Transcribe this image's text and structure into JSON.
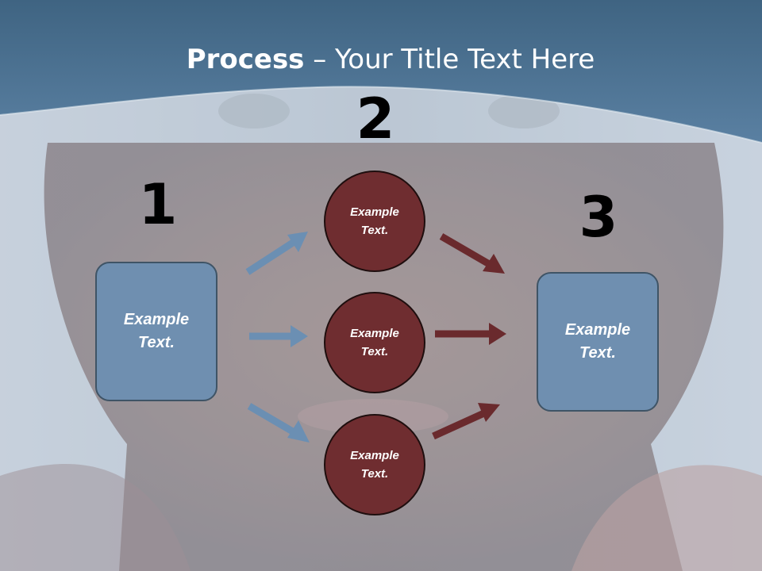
{
  "title": {
    "bold": "Process",
    "rest": " – Your Title Text Here"
  },
  "steps": {
    "one": "1",
    "two": "2",
    "three": "3"
  },
  "left_box": {
    "text": "Example\nText."
  },
  "right_box": {
    "text": "Example\nText."
  },
  "circles": [
    {
      "text": "Example\nText."
    },
    {
      "text": "Example\nText."
    },
    {
      "text": "Example\nText."
    }
  ],
  "colors": {
    "header_band": "#4f7596",
    "box_fill": "#6f8fb0",
    "circle_fill": "#6f2d30",
    "arrow_blue": "#6b8fb3",
    "arrow_red": "#6a2a2d"
  }
}
